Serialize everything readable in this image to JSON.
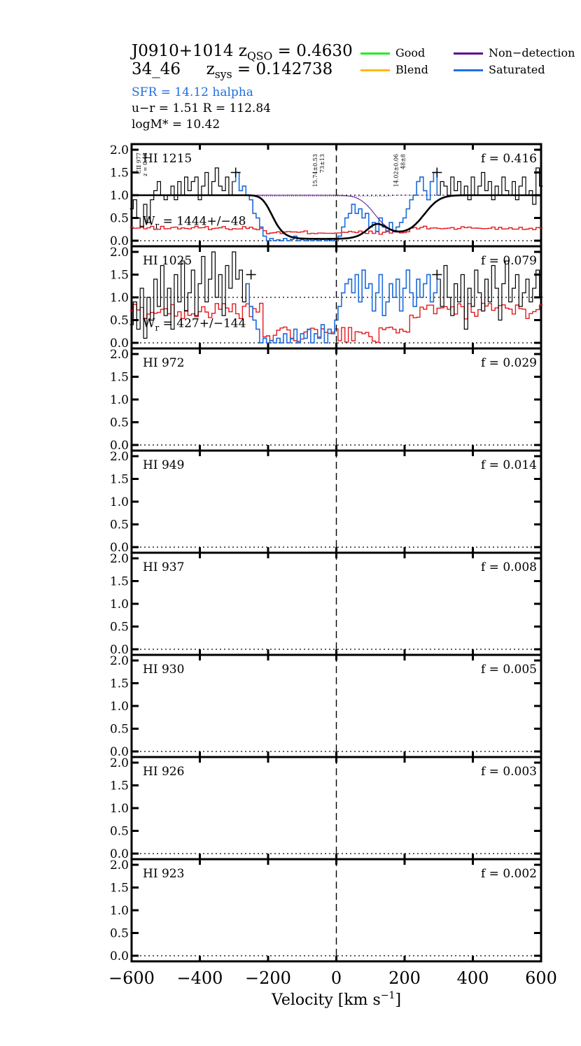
{
  "header": {
    "object": "J0910+1014",
    "zqso_label": "z",
    "zqso_sub": "QSO",
    "zqso_value": "= 0.4630",
    "sightline": "34_46",
    "zsys_label": "z",
    "zsys_sub": "sys",
    "zsys_value": "= 0.142738",
    "sfr": "SFR =  14.12  halpha",
    "ur": "u−r = 1.51   R = 112.84",
    "logm": "logM* =  10.42"
  },
  "legend": [
    {
      "label": "Good",
      "color": "#22ee22"
    },
    {
      "label": "Blend",
      "color": "#ffbb00"
    },
    {
      "label": "Non−detection",
      "color": "#5a0f8a"
    },
    {
      "label": "Saturated",
      "color": "#1f6fe0"
    }
  ],
  "colors": {
    "axis": "#000000",
    "error": "#e41a1c",
    "saturated": "#1f6fe0",
    "model": "#5a0f8a",
    "spectrum": "#000000"
  },
  "chart_data": {
    "type": "line",
    "xlabel": "Velocity [km s",
    "xlabel_sup": "−1",
    "xlabel_tail": "]",
    "xlim": [
      -600,
      600
    ],
    "ylim": [
      0,
      2
    ],
    "x_ticks": [
      "−600",
      "−400",
      "−200",
      "0",
      "200",
      "400",
      "600"
    ],
    "y_ticks": [
      "0.0",
      "0.5",
      "1.0",
      "1.5",
      "2.0"
    ],
    "panels": [
      {
        "line": "HI 1215",
        "f": "f = 0.416",
        "ew": "W",
        "ew_sub": "r",
        "ew_val": " = 1444+/−48",
        "contaminant": "CII 977",
        "contaminant_z": "z = 0.48",
        "components": [
          {
            "label": "15.74±0.53",
            "label2": "73±13",
            "v": -52
          },
          {
            "label": "14.02±0.06",
            "label2": "48±8",
            "v": 185
          }
        ],
        "limits": [
          -295,
          295
        ],
        "spectrum": {
          "x": [
            -600,
            -590,
            -580,
            -570,
            -560,
            -550,
            -540,
            -530,
            -520,
            -510,
            -500,
            -490,
            -480,
            -470,
            -460,
            -450,
            -440,
            -430,
            -420,
            -410,
            -400,
            -390,
            -380,
            -370,
            -360,
            -350,
            -340,
            -330,
            -320,
            -310,
            -300,
            -290,
            -280,
            -270,
            -260,
            -250,
            -240,
            -230,
            -220,
            -210,
            -200,
            -190,
            -180,
            -170,
            -160,
            -150,
            -140,
            -130,
            -120,
            -110,
            -100,
            -90,
            -80,
            -70,
            -60,
            -50,
            -40,
            -30,
            -20,
            -10,
            0,
            10,
            20,
            30,
            40,
            50,
            60,
            70,
            80,
            90,
            100,
            110,
            120,
            130,
            140,
            150,
            160,
            170,
            180,
            190,
            200,
            210,
            220,
            230,
            240,
            250,
            260,
            270,
            280,
            290,
            300,
            310,
            320,
            330,
            340,
            350,
            360,
            370,
            380,
            390,
            400,
            410,
            420,
            430,
            440,
            450,
            460,
            470,
            480,
            490,
            500,
            510,
            520,
            530,
            540,
            550,
            560,
            570,
            580,
            590,
            600
          ],
          "y": [
            0.7,
            0.9,
            0.5,
            0.3,
            0.8,
            0.4,
            0.9,
            1.1,
            1.3,
            1.0,
            0.9,
            1.0,
            1.2,
            0.9,
            1.3,
            1.0,
            1.4,
            1.1,
            1.3,
            1.4,
            0.9,
            1.2,
            1.5,
            1.0,
            1.3,
            1.6,
            1.2,
            1.1,
            1.4,
            1.0,
            1.3,
            1.5,
            1.1,
            1.2,
            1.0,
            0.9,
            0.6,
            0.5,
            0.3,
            0.1,
            0.0,
            0.05,
            0.0,
            0.02,
            0.0,
            0.05,
            0.0,
            0.03,
            0.1,
            0.0,
            0.02,
            0.0,
            0.04,
            0.0,
            0.02,
            0.0,
            0.03,
            0.0,
            0.02,
            0.0,
            0.03,
            0.1,
            0.3,
            0.5,
            0.6,
            0.8,
            0.6,
            0.7,
            0.5,
            0.6,
            0.3,
            0.4,
            0.2,
            0.5,
            0.3,
            0.2,
            0.4,
            0.2,
            0.3,
            0.4,
            0.5,
            0.7,
            0.9,
            1.0,
            1.3,
            1.4,
            1.1,
            0.9,
            1.3,
            1.5,
            1.0,
            1.3,
            1.2,
            1.0,
            1.4,
            1.1,
            1.3,
            1.0,
            1.2,
            0.9,
            1.4,
            1.0,
            1.2,
            1.5,
            1.1,
            1.3,
            0.9,
            1.2,
            1.0,
            1.4,
            1.1,
            1.0,
            1.3,
            0.9,
            1.2,
            1.4,
            1.0,
            1.1,
            0.8,
            1.6,
            1.2
          ],
          "saturated_range": [
            -300,
            300
          ]
        },
        "model": true
      },
      {
        "line": "HI 1025",
        "f": "f = 0.079",
        "ew": "W",
        "ew_sub": "r",
        "ew_val": " = 427+/−144",
        "limits": [
          -250,
          295
        ],
        "spectrum": {
          "x": [
            -600,
            -590,
            -580,
            -570,
            -560,
            -550,
            -540,
            -530,
            -520,
            -510,
            -500,
            -490,
            -480,
            -470,
            -460,
            -450,
            -440,
            -430,
            -420,
            -410,
            -400,
            -390,
            -380,
            -370,
            -360,
            -350,
            -340,
            -330,
            -320,
            -310,
            -300,
            -290,
            -280,
            -270,
            -260,
            -250,
            -240,
            -230,
            -220,
            -210,
            -200,
            -190,
            -180,
            -170,
            -160,
            -150,
            -140,
            -130,
            -120,
            -110,
            -100,
            -90,
            -80,
            -70,
            -60,
            -50,
            -40,
            -30,
            -20,
            -10,
            0,
            10,
            20,
            30,
            40,
            50,
            60,
            70,
            80,
            90,
            100,
            110,
            120,
            130,
            140,
            150,
            160,
            170,
            180,
            190,
            200,
            210,
            220,
            230,
            240,
            250,
            260,
            270,
            280,
            290,
            300,
            310,
            320,
            330,
            340,
            350,
            360,
            370,
            380,
            390,
            400,
            410,
            420,
            430,
            440,
            450,
            460,
            470,
            480,
            490,
            500,
            510,
            520,
            530,
            540,
            550,
            560,
            570,
            580,
            590,
            600
          ],
          "y": [
            0.4,
            0.9,
            0.3,
            1.2,
            0.1,
            1.0,
            0.5,
            1.4,
            0.8,
            1.7,
            0.6,
            1.2,
            0.3,
            1.5,
            0.9,
            1.8,
            0.7,
            1.1,
            1.6,
            0.6,
            1.3,
            1.9,
            0.9,
            1.4,
            2.0,
            1.0,
            1.5,
            0.6,
            1.7,
            1.2,
            2.0,
            1.4,
            1.6,
            0.9,
            1.3,
            0.8,
            0.5,
            0.3,
            0.0,
            0.1,
            0.0,
            0.05,
            0.0,
            0.1,
            0.0,
            0.2,
            0.0,
            0.1,
            0.3,
            0.0,
            0.2,
            0.1,
            0.3,
            0.0,
            0.2,
            0.1,
            0.4,
            0.0,
            0.3,
            0.2,
            0.5,
            0.8,
            1.1,
            1.3,
            1.4,
            1.1,
            1.5,
            0.9,
            1.6,
            1.2,
            1.3,
            0.7,
            1.1,
            1.5,
            0.6,
            0.9,
            1.3,
            1.0,
            1.4,
            0.7,
            1.2,
            1.6,
            1.1,
            0.8,
            1.4,
            1.0,
            1.3,
            1.5,
            0.9,
            1.1,
            1.4,
            0.8,
            1.7,
            1.0,
            0.6,
            1.3,
            0.9,
            1.5,
            0.3,
            1.2,
            0.8,
            1.6,
            1.1,
            0.7,
            1.4,
            0.9,
            1.7,
            1.2,
            0.5,
            1.3,
            1.8,
            0.9,
            1.2,
            1.5,
            0.8,
            1.1,
            1.4,
            0.9,
            1.2,
            1.6,
            1.0
          ],
          "saturated_range": [
            -260,
            300
          ]
        },
        "model": false
      },
      {
        "line": "HI 972",
        "f": "f = 0.029"
      },
      {
        "line": "HI 949",
        "f": "f = 0.014"
      },
      {
        "line": "HI 937",
        "f": "f = 0.008"
      },
      {
        "line": "HI 930",
        "f": "f = 0.005"
      },
      {
        "line": "HI 926",
        "f": "f = 0.003"
      },
      {
        "line": "HI 923",
        "f": "f = 0.002"
      }
    ]
  }
}
